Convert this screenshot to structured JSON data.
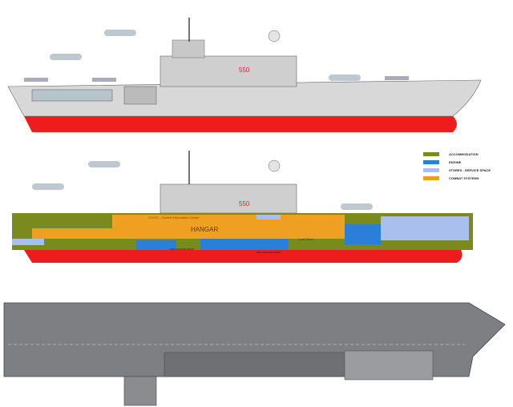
{
  "ship": {
    "hull_number": "550"
  },
  "cutaway": {
    "hangar_label": "HANGAR",
    "cic_label": "COCIC - Central Information Center",
    "engine_label_1": "MAIN ENGINE ROOM",
    "engine_label_2": "MAIN ENGINE ROOM",
    "stores_label": "Local Stores"
  },
  "legend": {
    "items": [
      {
        "label": "ACCOMMODATION",
        "color": "#7a8a1e"
      },
      {
        "label": "ENGINE",
        "color": "#2a7fd6"
      },
      {
        "label": "STORES - SERVICE SPACE",
        "color": "#a9c0ee"
      },
      {
        "label": "COMBAT SYSTEMS",
        "color": "#f0a020"
      }
    ]
  },
  "colors": {
    "hull": "#d8d8d8",
    "keel": "#ee1c1c",
    "deck": "#7d7f83"
  }
}
